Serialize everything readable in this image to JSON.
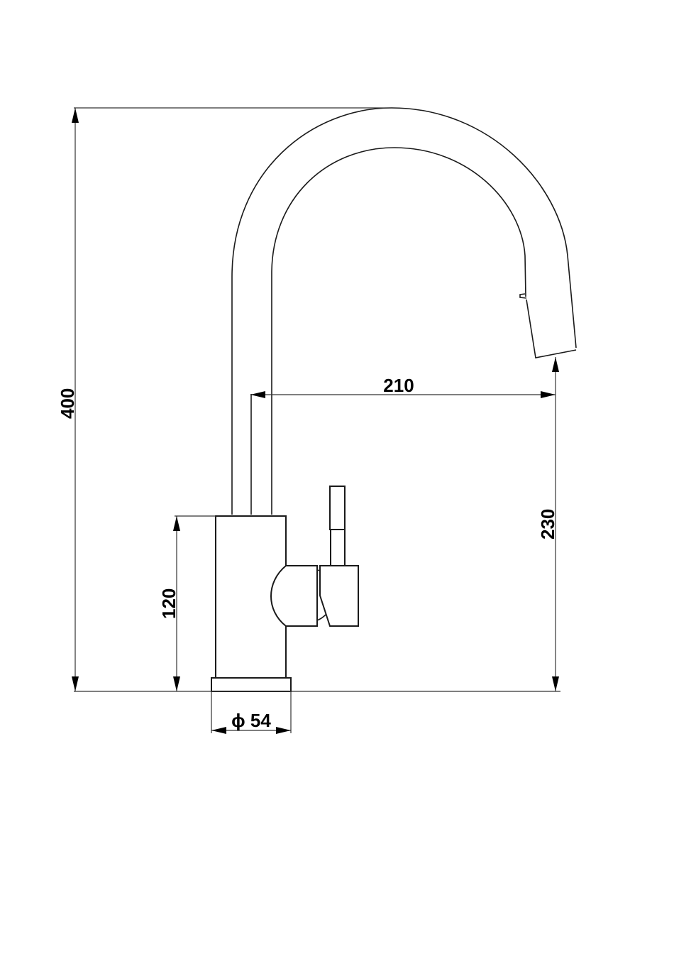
{
  "drawing": {
    "subject": "pull-out kitchen faucet side elevation",
    "units": "mm",
    "line_color": "#1a1a1a",
    "background": "#ffffff"
  },
  "dimensions": {
    "total_height": {
      "label": "400",
      "orientation": "vertical"
    },
    "spout_reach": {
      "label": "210",
      "orientation": "horizontal"
    },
    "outlet_height": {
      "label": "230",
      "orientation": "vertical"
    },
    "body_height": {
      "label": "120",
      "orientation": "vertical"
    },
    "base_diameter": {
      "symbol": "ϕ",
      "value": "54",
      "label": "ϕ 54",
      "orientation": "horizontal"
    }
  }
}
